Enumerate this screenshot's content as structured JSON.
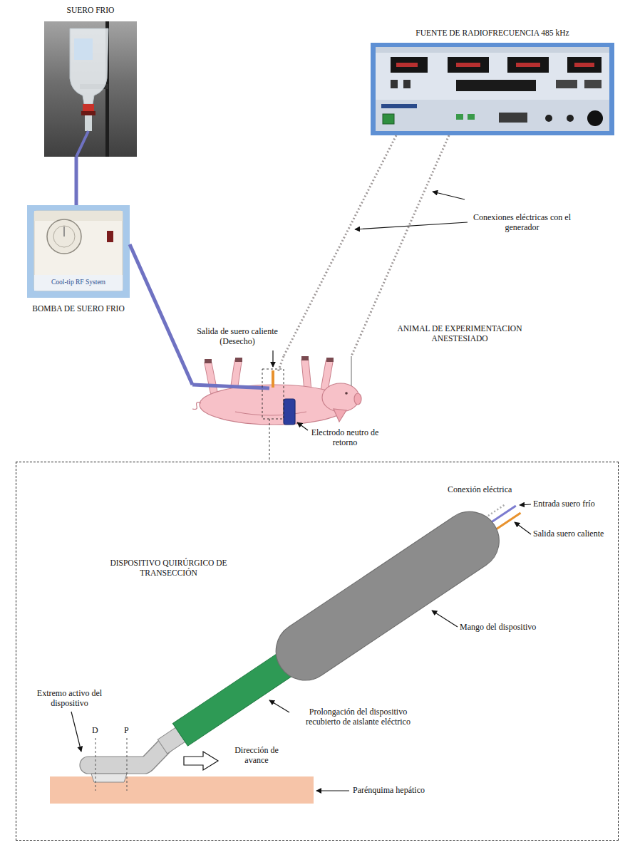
{
  "diagram": {
    "nodes": [
      {
        "text": [
          "SUERO FRIO"
        ]
      },
      {
        "text": [
          "FUENTE DE RADIOFRECUENCIA 485 kHz"
        ]
      },
      {
        "text": [
          "BOMBA DE SUERO FRIO",
          "Cool-tip RF System"
        ]
      },
      {
        "text": [
          "ANIMAL DE EXPERIMENTACION ANESTESIADO"
        ]
      },
      {
        "text": [
          "DISPOSITIVO QUIRÚRGICO DE TRANSECCIÓN"
        ]
      }
    ],
    "edges": [
      {
        "from": 0,
        "to": 2,
        "arrow": "none"
      },
      {
        "from": 2,
        "to": 3,
        "arrow": "none"
      },
      {
        "from": 1,
        "to": 3,
        "arrow": "none"
      },
      {
        "from": 1,
        "to": 3,
        "arrow": "none"
      },
      {
        "from": 3,
        "to": 4,
        "arrow": "none"
      }
    ],
    "labels": [
      "Salida de suero caliente (Desecho)",
      "Conexiones eléctricas con el generador",
      "Electrodo neutro de retorno",
      "Conexión eléctrica",
      "Entrada suero frío",
      "Salida suero caliente",
      "Mango del dispositivo",
      "Extremo activo del dispositivo",
      "D",
      "P",
      "Prolongación del dispositivo recubierto de aislante eléctrico",
      "Dirección de avance",
      "Parénquima hepático"
    ]
  }
}
